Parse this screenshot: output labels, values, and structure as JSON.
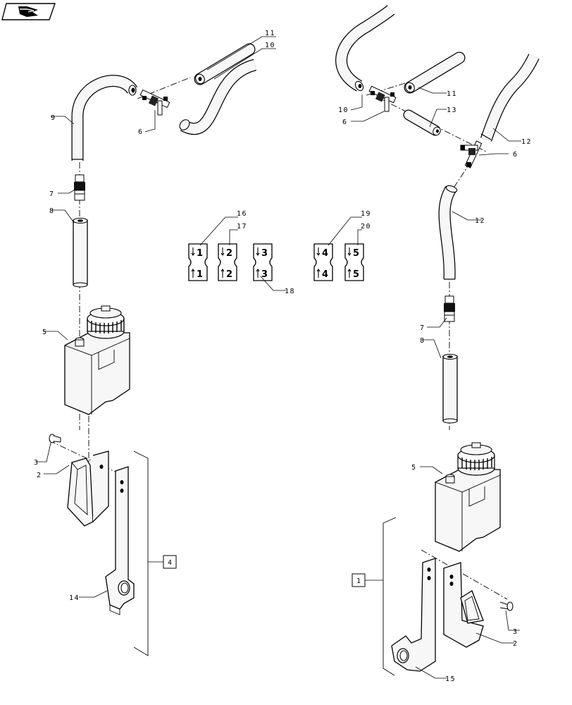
{
  "nav_icon": "next-page-arrow-icon",
  "callouts": {
    "c11a": "11",
    "c10a": "10",
    "c9": "9",
    "c6a": "6",
    "c7a": "7",
    "c8a": "8",
    "c5a": "5",
    "c3a": "3",
    "c2a": "2",
    "c14": "14",
    "c4": "4",
    "c10b": "10",
    "c11b": "11",
    "c6b": "6",
    "c13": "13",
    "c12a": "12",
    "c6c": "6",
    "c12b": "12",
    "c7b": "7",
    "c8b": "8",
    "c5b": "5",
    "c1": "1",
    "c3b": "3",
    "c2b": "2",
    "c15": "15",
    "c16": "16",
    "c17": "17",
    "c18": "18",
    "c19": "19",
    "c20": "20"
  },
  "tags": [
    {
      "top": "1",
      "bottom": "1"
    },
    {
      "top": "2",
      "bottom": "2"
    },
    {
      "top": "3",
      "bottom": "3"
    },
    {
      "top": "4",
      "bottom": "4"
    },
    {
      "top": "5",
      "bottom": "5"
    }
  ]
}
